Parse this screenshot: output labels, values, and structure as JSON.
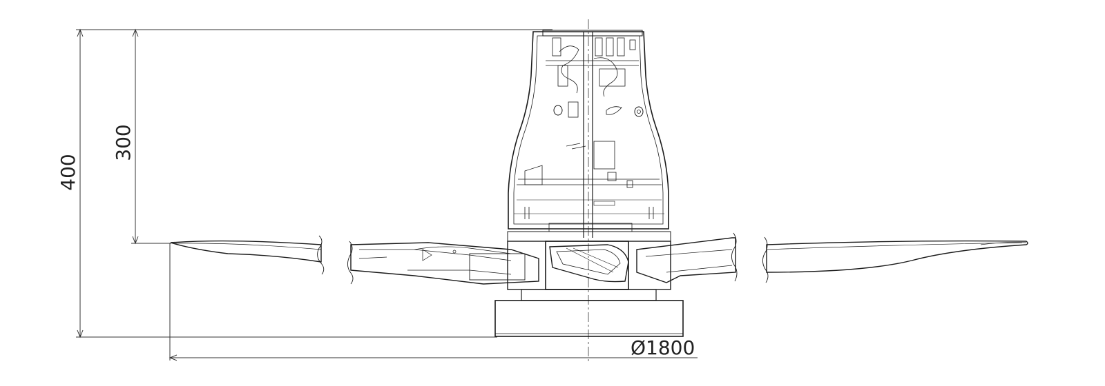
{
  "dimensions": {
    "total_height": "400",
    "body_height": "300",
    "span": "Ø1800"
  },
  "colors": {
    "line": "#1a1a1a",
    "thin": "#333333",
    "background": "#ffffff"
  }
}
